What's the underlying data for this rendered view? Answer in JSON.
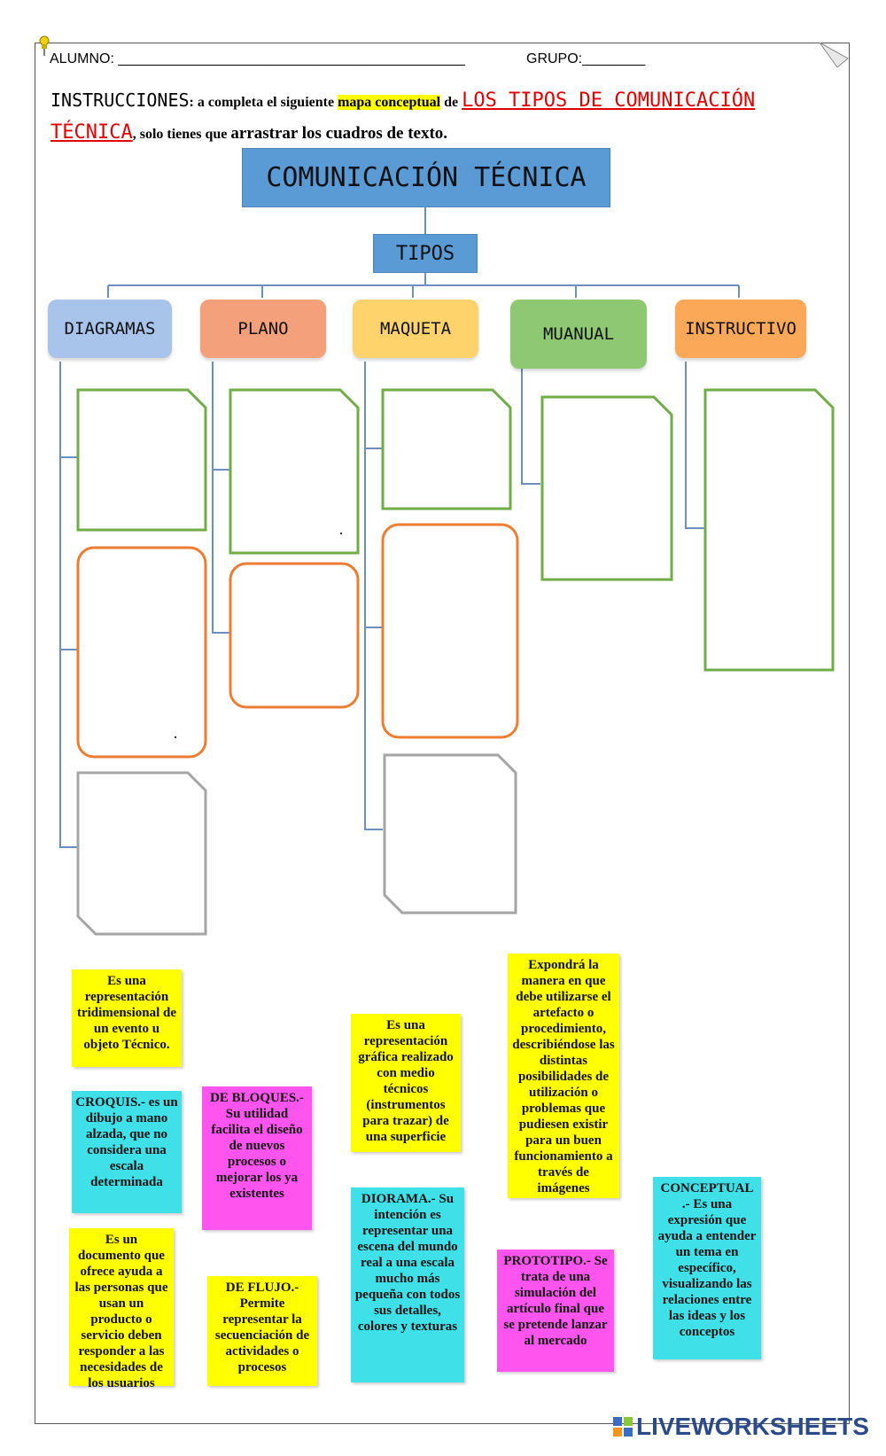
{
  "header": {
    "alumno_label": "ALUMNO:",
    "alumno_line": "____________________________________________",
    "grupo_label": "GRUPO:",
    "grupo_line": "________"
  },
  "instructions": {
    "lead": "INSTRUCCIONES",
    "part1": ": a completa el siguiente ",
    "highlight": "mapa conceptual",
    "part2": "  de ",
    "topic_line1": "LOS TIPOS DE COMUNICACIÓN",
    "topic_line2": "TÉCNICA",
    "part3": ", solo tienes que ",
    "emphasis": "arrastrar los cuadros de texto."
  },
  "map": {
    "title": "COMUNICACIÓN TÉCNICA",
    "subtitle": "TIPOS",
    "categories": [
      "DIAGRAMAS",
      "PLANO",
      "MAQUETA",
      "MUANUAL",
      "INSTRUCTIVO"
    ]
  },
  "colors": {
    "blue": "#5b9bd5",
    "diagramas": "#a9c4ea",
    "plano": "#f4a07a",
    "maqueta": "#ffd36b",
    "manual": "#8fc873",
    "instructivo": "#fba858",
    "green_outline": "#70ad47",
    "orange_outline": "#ed7d31",
    "gray_outline": "#a5a5a5",
    "card_yellow": "#ffff00",
    "card_cyan": "#40e0e8",
    "card_magenta": "#ff55ee"
  },
  "cards": [
    {
      "text": "Es una representación tridimensional de un evento u objeto Técnico.",
      "color": "yellow"
    },
    {
      "text": "CROQUIS.- es un dibujo a mano alzada, que no considera una escala determinada",
      "color": "cyan"
    },
    {
      "text": "Es un documento que ofrece ayuda a las personas que usan un producto o servicio deben responder a las necesidades de los usuarios",
      "color": "yellow"
    },
    {
      "text": "DE BLOQUES.- Su utilidad facilita el diseño de nuevos procesos o mejorar los ya existentes",
      "color": "magenta"
    },
    {
      "text": "DE FLUJO.- Permite representar la secuenciación de actividades o procesos",
      "color": "yellow"
    },
    {
      "text": "Es una representación gráfica realizado con medio técnicos (instrumentos para trazar) de una superficie",
      "color": "yellow"
    },
    {
      "text": "DIORAMA.- Su intención es representar una escena del mundo real a una escala mucho más pequeña con todos sus detalles, colores y texturas",
      "color": "cyan"
    },
    {
      "text": "Expondrá la manera en que debe utilizarse el artefacto o procedimiento, describiéndose las distintas posibilidades de utilización o problemas que pudiesen existir para un buen funcionamiento a través de imágenes",
      "color": "yellow"
    },
    {
      "text": "PROTOTIPO.- Se trata de una simulación del artículo final que se pretende lanzar al mercado",
      "color": "magenta"
    },
    {
      "text": "CONCEPTUAL .- Es una expresión que ayuda a entender un tema en específico, visualizando las relaciones entre las ideas y los conceptos",
      "color": "cyan"
    }
  ],
  "footer": {
    "logo_text": "LIVEWORKSHEETS"
  }
}
